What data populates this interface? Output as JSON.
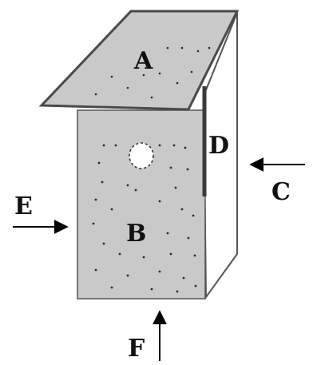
{
  "diagram": {
    "colors": {
      "panel_fill": "#c9c9c9",
      "outline": "#555555",
      "edge_dark": "#3a3a3a",
      "speckle": "#2a2a2a",
      "hole": "#ffffff",
      "arrow": "#000000"
    },
    "labels": {
      "roof": "A",
      "front": "B",
      "right_arrow": "C",
      "side_edge": "D",
      "left_arrow": "E",
      "bottom_arrow": "F"
    }
  }
}
